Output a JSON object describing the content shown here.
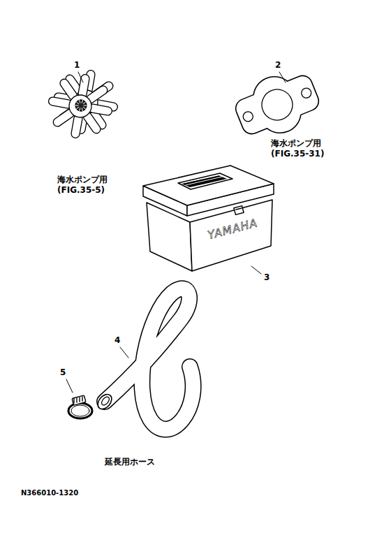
{
  "diagram": {
    "labels": [
      "1",
      "2",
      "海水ポンプ用 (FIG.35-5)",
      "海水ポンプ用 (FIG.35-31)",
      "YAMAHA",
      "3",
      "4",
      "5",
      "延長用ホース",
      "N366010-1320"
    ]
  }
}
